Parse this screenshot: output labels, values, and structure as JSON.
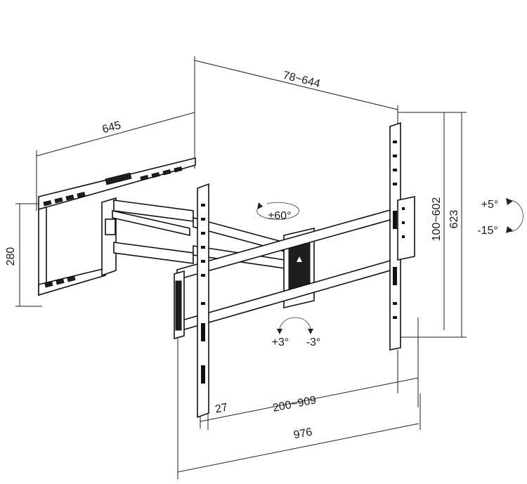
{
  "diagram": {
    "dimensions": {
      "wall_width": "645",
      "wall_height": "280",
      "depth_range": "78~644",
      "height_total": "623",
      "vertical_hole_range": "100~602",
      "horizontal_hole_range": "200~909",
      "arm_width": "976",
      "offset": "27"
    },
    "motions": {
      "swivel": "±60°",
      "tilt_up": "+5°",
      "tilt_down": "-15°",
      "rotate_plus": "+3°",
      "rotate_minus": "-3°"
    }
  }
}
